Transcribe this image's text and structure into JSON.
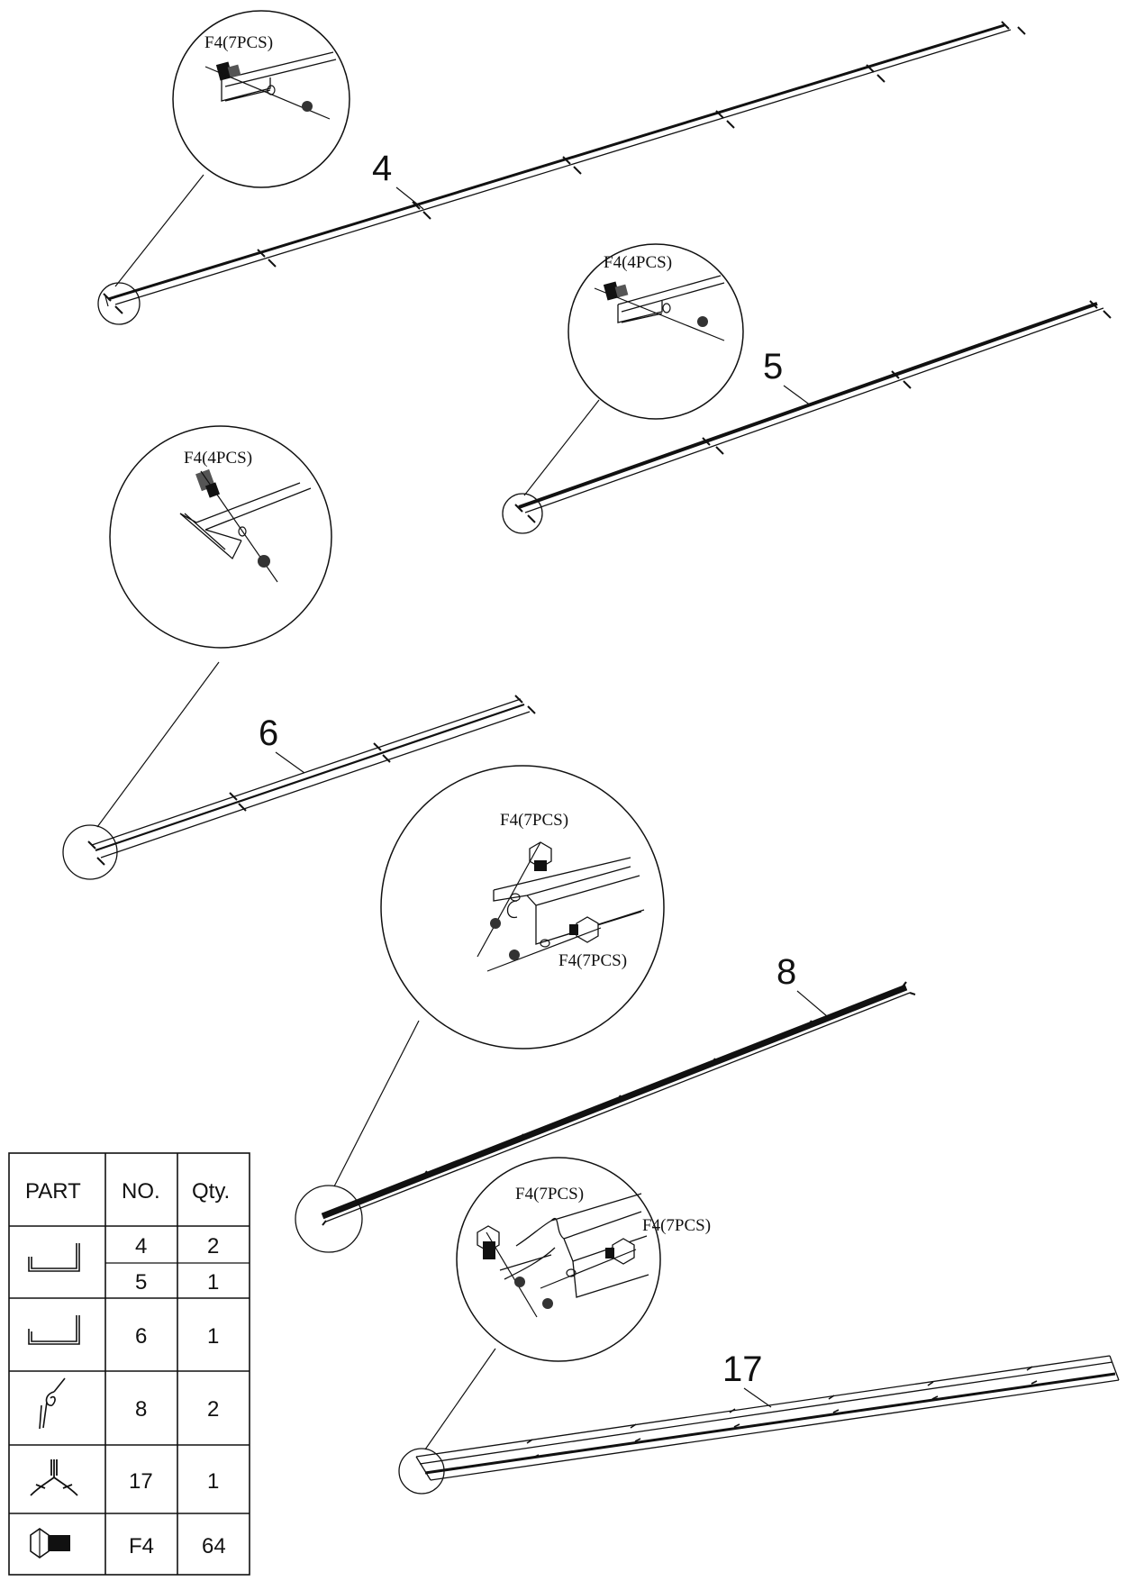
{
  "parts": {
    "p4": {
      "number": "4",
      "callout": "F4(7PCS)"
    },
    "p5": {
      "number": "5",
      "callout": "F4(4PCS)"
    },
    "p6": {
      "number": "6",
      "callout": "F4(4PCS)"
    },
    "p8": {
      "number": "8",
      "callout_top": "F4(7PCS)",
      "callout_bottom": "F4(7PCS)"
    },
    "p17": {
      "number": "17",
      "callout_left": "F4(7PCS)",
      "callout_right": "F4(7PCS)"
    }
  },
  "table": {
    "headers": [
      "PART",
      "NO.",
      "Qty."
    ],
    "rows": [
      {
        "icon": "angle-profile-icon",
        "no": "4",
        "qty": "2"
      },
      {
        "icon": "angle-profile-icon",
        "no": "5",
        "qty": "1"
      },
      {
        "icon": "channel-profile-icon",
        "no": "6",
        "qty": "1"
      },
      {
        "icon": "hook-profile-icon",
        "no": "8",
        "qty": "2"
      },
      {
        "icon": "y-profile-icon",
        "no": "17",
        "qty": "1"
      },
      {
        "icon": "bolt-icon",
        "no": "F4",
        "qty": "64"
      }
    ]
  }
}
